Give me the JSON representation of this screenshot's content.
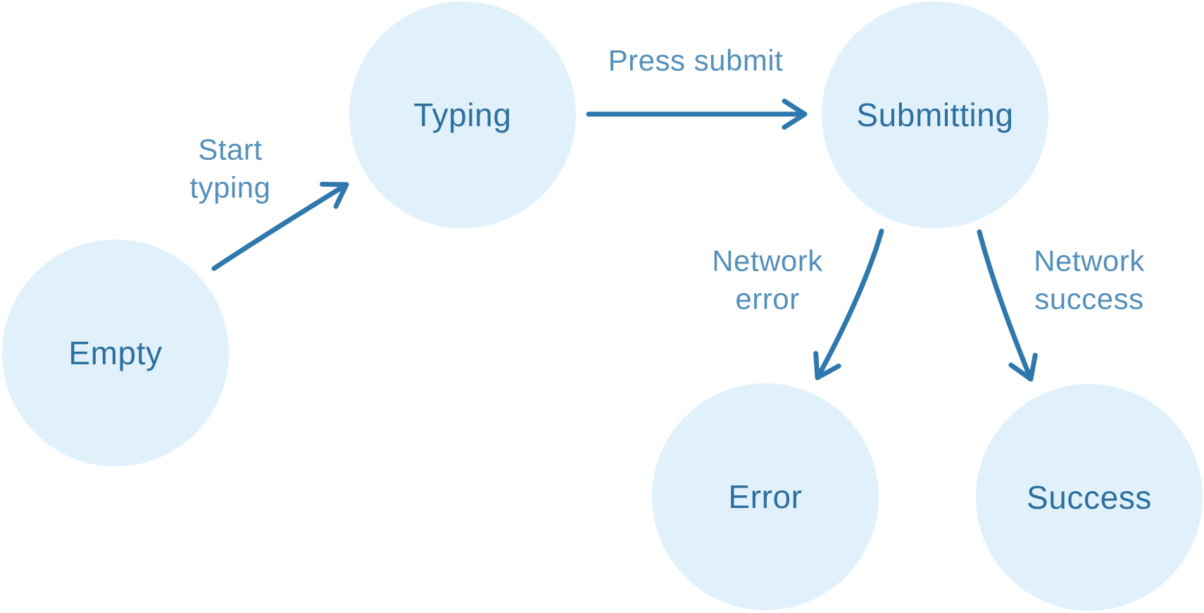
{
  "colors": {
    "background": "#ffffff",
    "node_fill": "#e1f1fc",
    "node_text": "#2d6f9e",
    "arrow_stroke": "#2e78ad",
    "transition_label_text": "#2e78ad"
  },
  "nodes": [
    {
      "id": "empty",
      "label": "Empty"
    },
    {
      "id": "typing",
      "label": "Typing"
    },
    {
      "id": "submitting",
      "label": "Submitting"
    },
    {
      "id": "error",
      "label": "Error"
    },
    {
      "id": "success",
      "label": "Success"
    }
  ],
  "transitions": [
    {
      "from": "empty",
      "to": "typing",
      "label": "Start typing"
    },
    {
      "from": "typing",
      "to": "submitting",
      "label": "Press submit"
    },
    {
      "from": "submitting",
      "to": "error",
      "label": "Network error"
    },
    {
      "from": "submitting",
      "to": "success",
      "label": "Network success"
    }
  ]
}
